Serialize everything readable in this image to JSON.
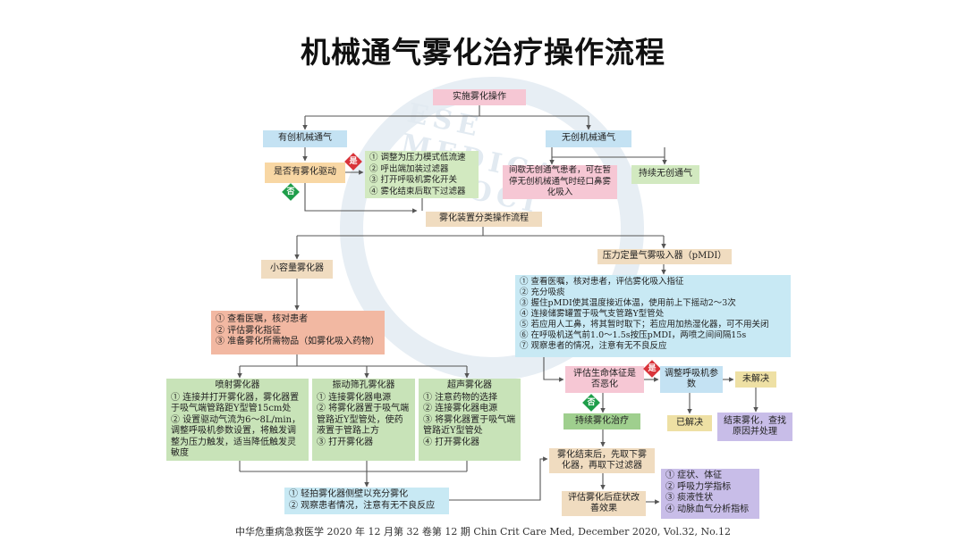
{
  "title": "机械通气雾化治疗操作流程",
  "watermark": "ESE MEDICAL ASSOCI",
  "nodes": {
    "start": "实施雾化操作",
    "invasive": "有创机械通气",
    "noninvasive": "无创机械通气",
    "drive_question": "是否有雾化驱动",
    "drive_steps": [
      "① 调整为压力模式低流速",
      "② 呼出端加装过滤器",
      "③ 打开呼吸机雾化开关",
      "④ 雾化结束后取下过滤器"
    ],
    "intermittent": "间歇无创通气患者，可在暂停无创机械通气时经口鼻雾化吸入",
    "continuous": "持续无创通气",
    "device_flow": "雾化装置分类操作流程",
    "small_neb": "小容量雾化器",
    "small_prep": [
      "① 查看医嘱，核对患者",
      "② 评估雾化指征",
      "③ 准备雾化所需物品（如雾化吸入药物）"
    ],
    "jet_title": "喷射雾化器",
    "jet_steps": [
      "① 连接并打开雾化器，雾化器置于吸气端管路距Y型管15cm处",
      "② 设置驱动气流为6～8L/min，调整呼吸机参数设置，将触发调整为压力触发，适当降低触发灵敏度"
    ],
    "vib_title": "振动筛孔雾化器",
    "vib_steps": [
      "① 连接雾化器电源",
      "② 将雾化器置于吸气端管路近Y型管处，使药液置于管路上方",
      "③ 打开雾化器"
    ],
    "ultra_title": "超声雾化器",
    "ultra_steps": [
      "① 注意药物的选择",
      "② 连接雾化器电源",
      "③ 将雾化器置于吸气端管路近Y型管处",
      "④ 打开雾化器"
    ],
    "after_small": [
      "① 轻拍雾化器侧壁以充分雾化",
      "② 观察患者情况，注意有无不良反应"
    ],
    "pmdi": "压力定量气雾吸入器（pMDI）",
    "pmdi_steps": [
      "① 查看医嘱，核对患者，评估雾化吸入指征",
      "② 充分吸痰",
      "③ 握住pMDI使其温度接近体温，使用前上下摇动2～3次",
      "④ 连接储雾罐置于吸气支管路Y型管处",
      "⑤ 若应用人工鼻，将其暂时取下；若应用加热湿化器，可不用关闭",
      "⑥ 在呼吸机送气前1.0～1.5s按压pMDI，两喷之间间隔15s",
      "⑦ 观察患者的情况，注意有无不良反应"
    ],
    "vitals_question": "评估生命体征是否恶化",
    "adjust_vent": "调整呼吸机参数",
    "unresolved": "未解决",
    "resolved": "已解决",
    "end_neb": "结束雾化，查找原因并处理",
    "continue_neb": "持续雾化治疗",
    "remove_filter": "雾化结束后，先取下雾化器，再取下过滤器",
    "evaluate": "评估雾化后症状改善效果",
    "eval_items": [
      "① 症状、体征",
      "② 呼吸力学指标",
      "③ 痰液性状",
      "④ 动脉血气分析指标"
    ]
  },
  "badges": {
    "yes": "是",
    "no": "否"
  },
  "citation": "中华危重病急救医学 2020 年 12 月第 32 卷第 12 期 Chin Crit Care Med, December 2020, Vol.32, No.12"
}
